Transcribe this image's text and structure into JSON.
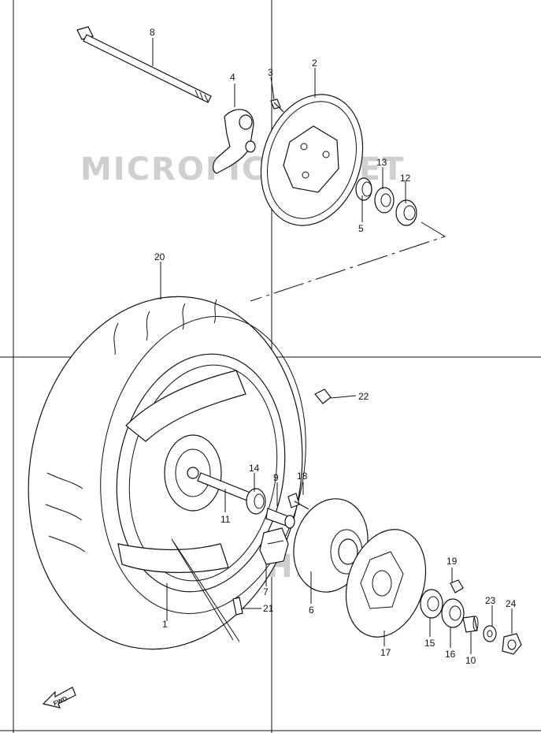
{
  "watermark": "MICROFICHE.NET",
  "fwd_label": "FWD",
  "callouts": {
    "p1": "1",
    "p2": "2",
    "p3": "3",
    "p4": "4",
    "p5": "5",
    "p6": "6",
    "p7": "7",
    "p8": "8",
    "p9": "9",
    "p10": "10",
    "p11": "11",
    "p12": "12",
    "p13": "13",
    "p14": "14",
    "p15": "15",
    "p16": "16",
    "p17": "17",
    "p18": "18",
    "p19": "19",
    "p20": "20",
    "p21": "21",
    "p22": "22",
    "p23": "23",
    "p24": "24"
  }
}
